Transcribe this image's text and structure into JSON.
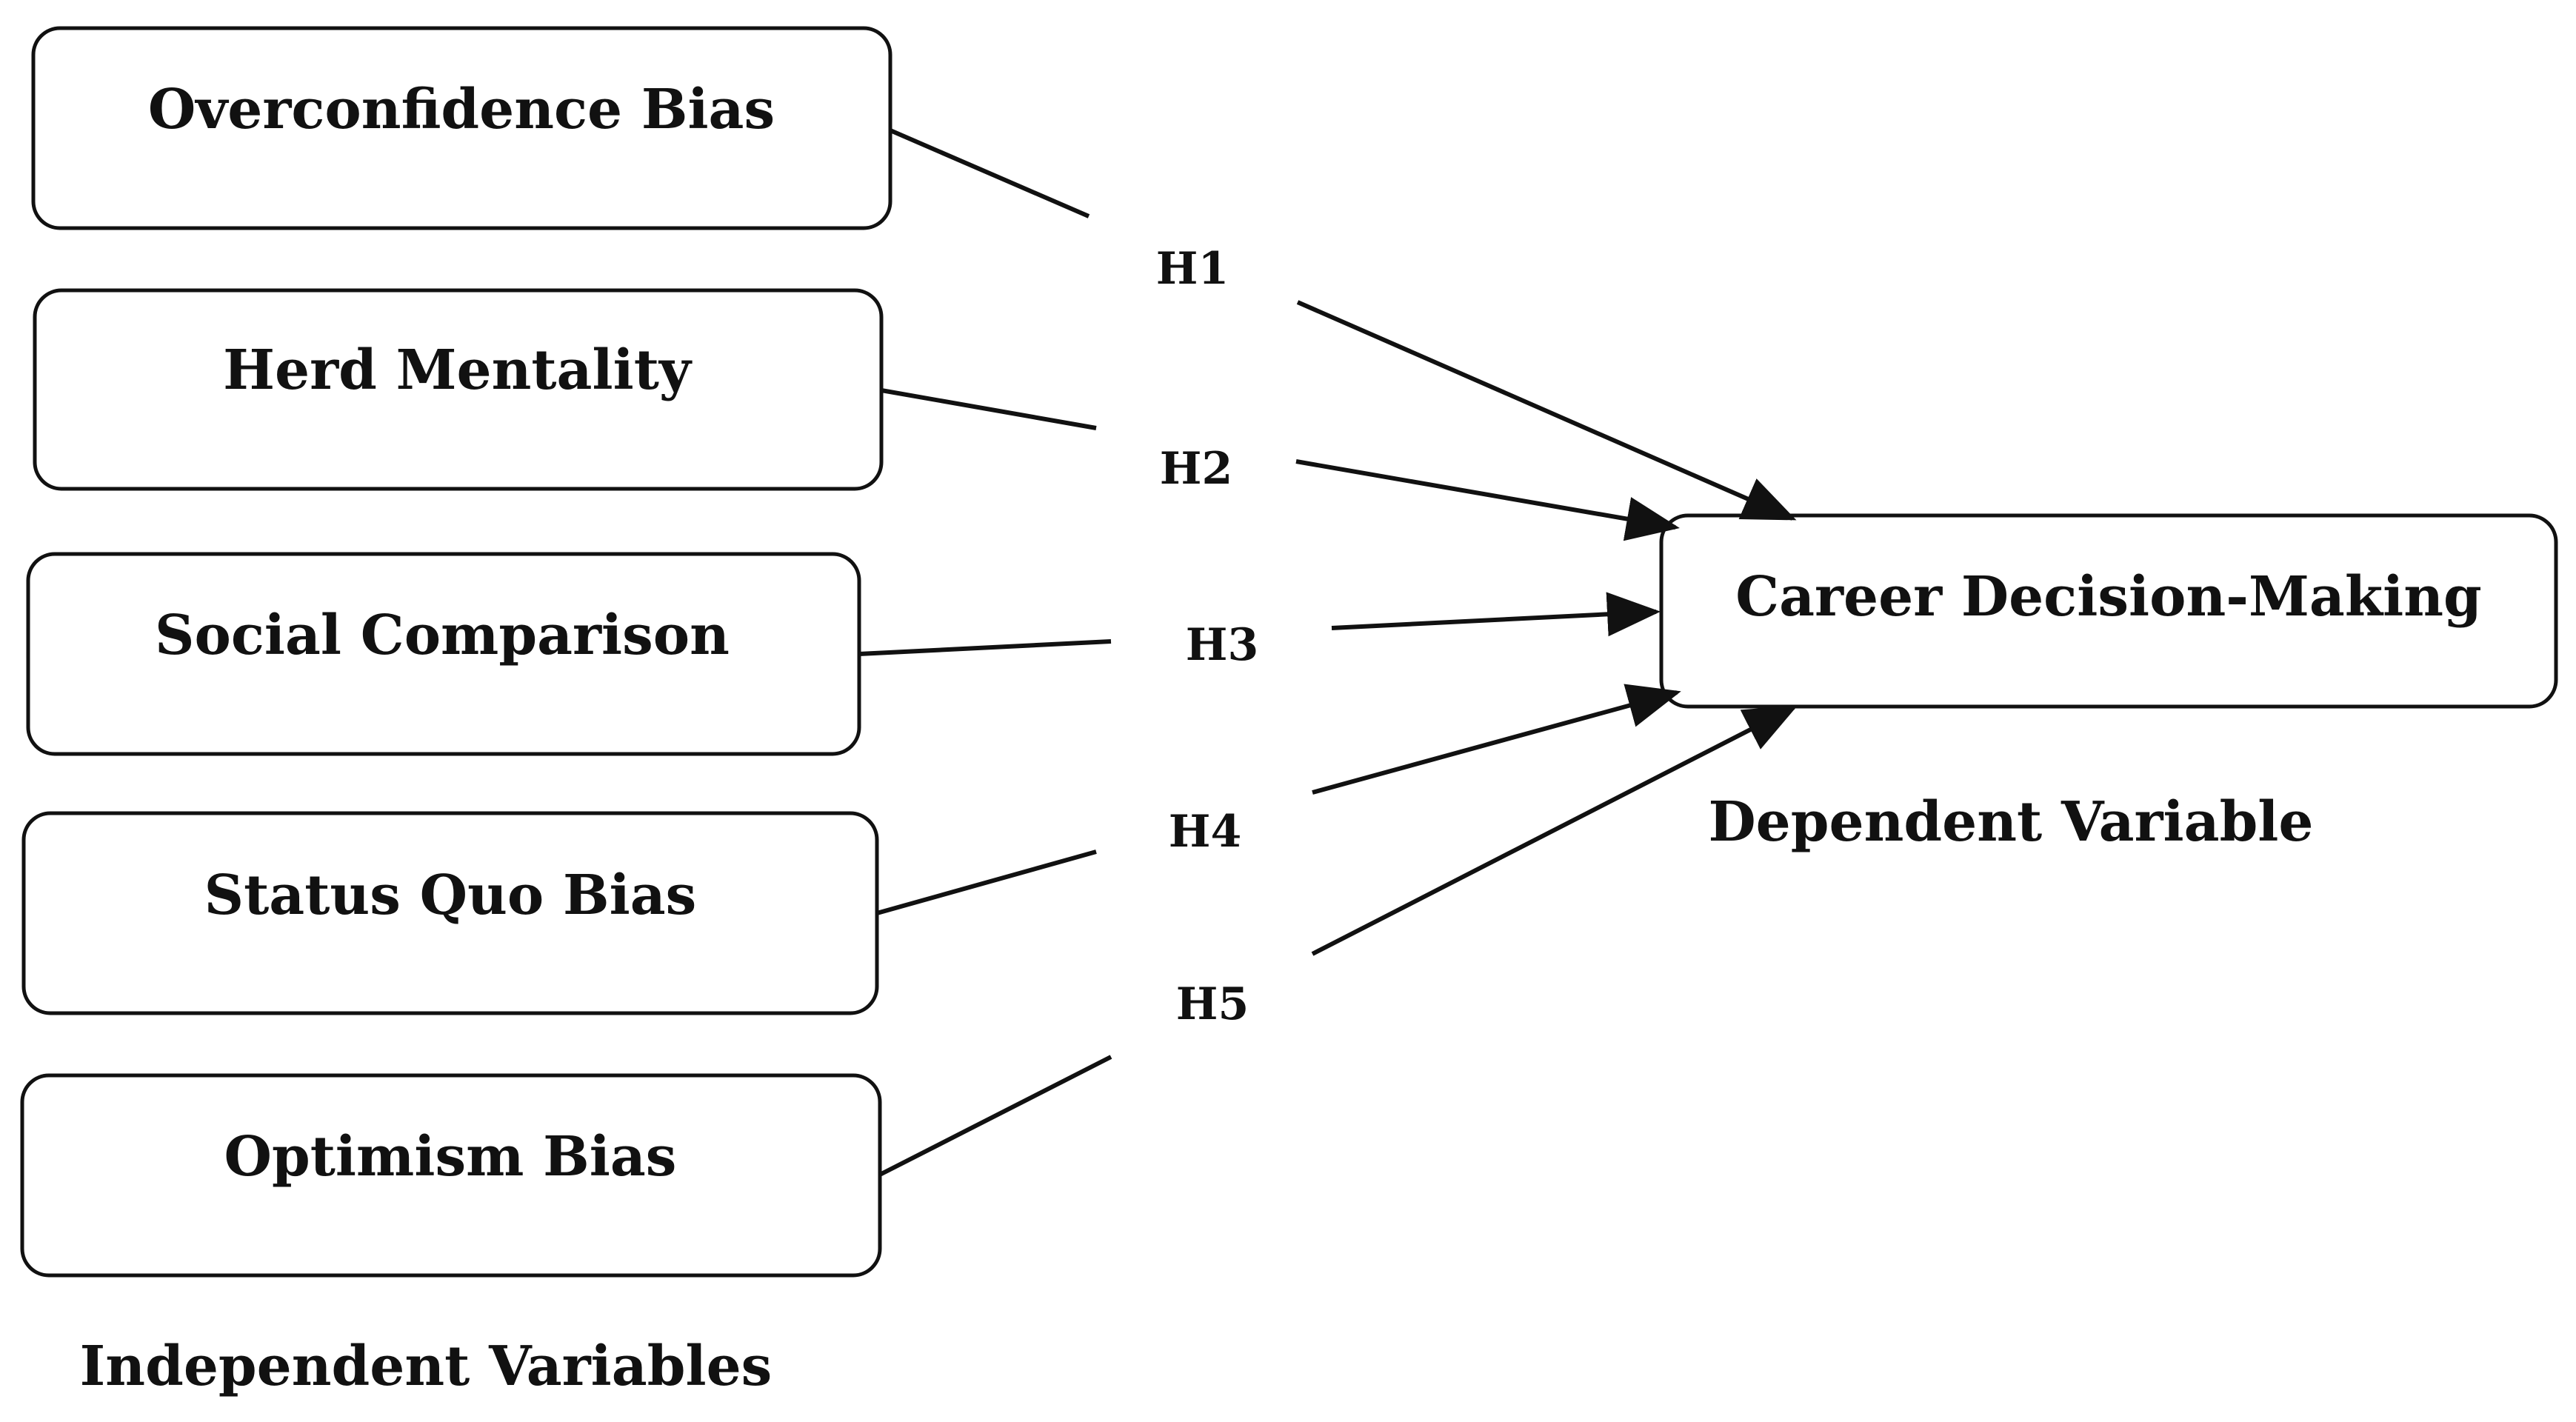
{
  "independent_variables": [
    {
      "id": "overconfidence",
      "label": "Overconfidence Bias"
    },
    {
      "id": "herd",
      "label": "Herd Mentality"
    },
    {
      "id": "social",
      "label": "Social Comparison"
    },
    {
      "id": "status-quo",
      "label": "Status Quo Bias"
    },
    {
      "id": "optimism",
      "label": "Optimism Bias"
    }
  ],
  "dependent_variable": {
    "label": "Career Decision-Making"
  },
  "hypotheses": [
    {
      "label": "H1",
      "from": "overconfidence"
    },
    {
      "label": "H2",
      "from": "herd"
    },
    {
      "label": "H3",
      "from": "social"
    },
    {
      "label": "H4",
      "from": "status-quo"
    },
    {
      "label": "H5",
      "from": "optimism"
    }
  ],
  "captions": {
    "independent": "Independent Variables",
    "dependent": "Dependent Variable"
  },
  "colors": {
    "stroke": "#111111",
    "background": "#ffffff"
  }
}
